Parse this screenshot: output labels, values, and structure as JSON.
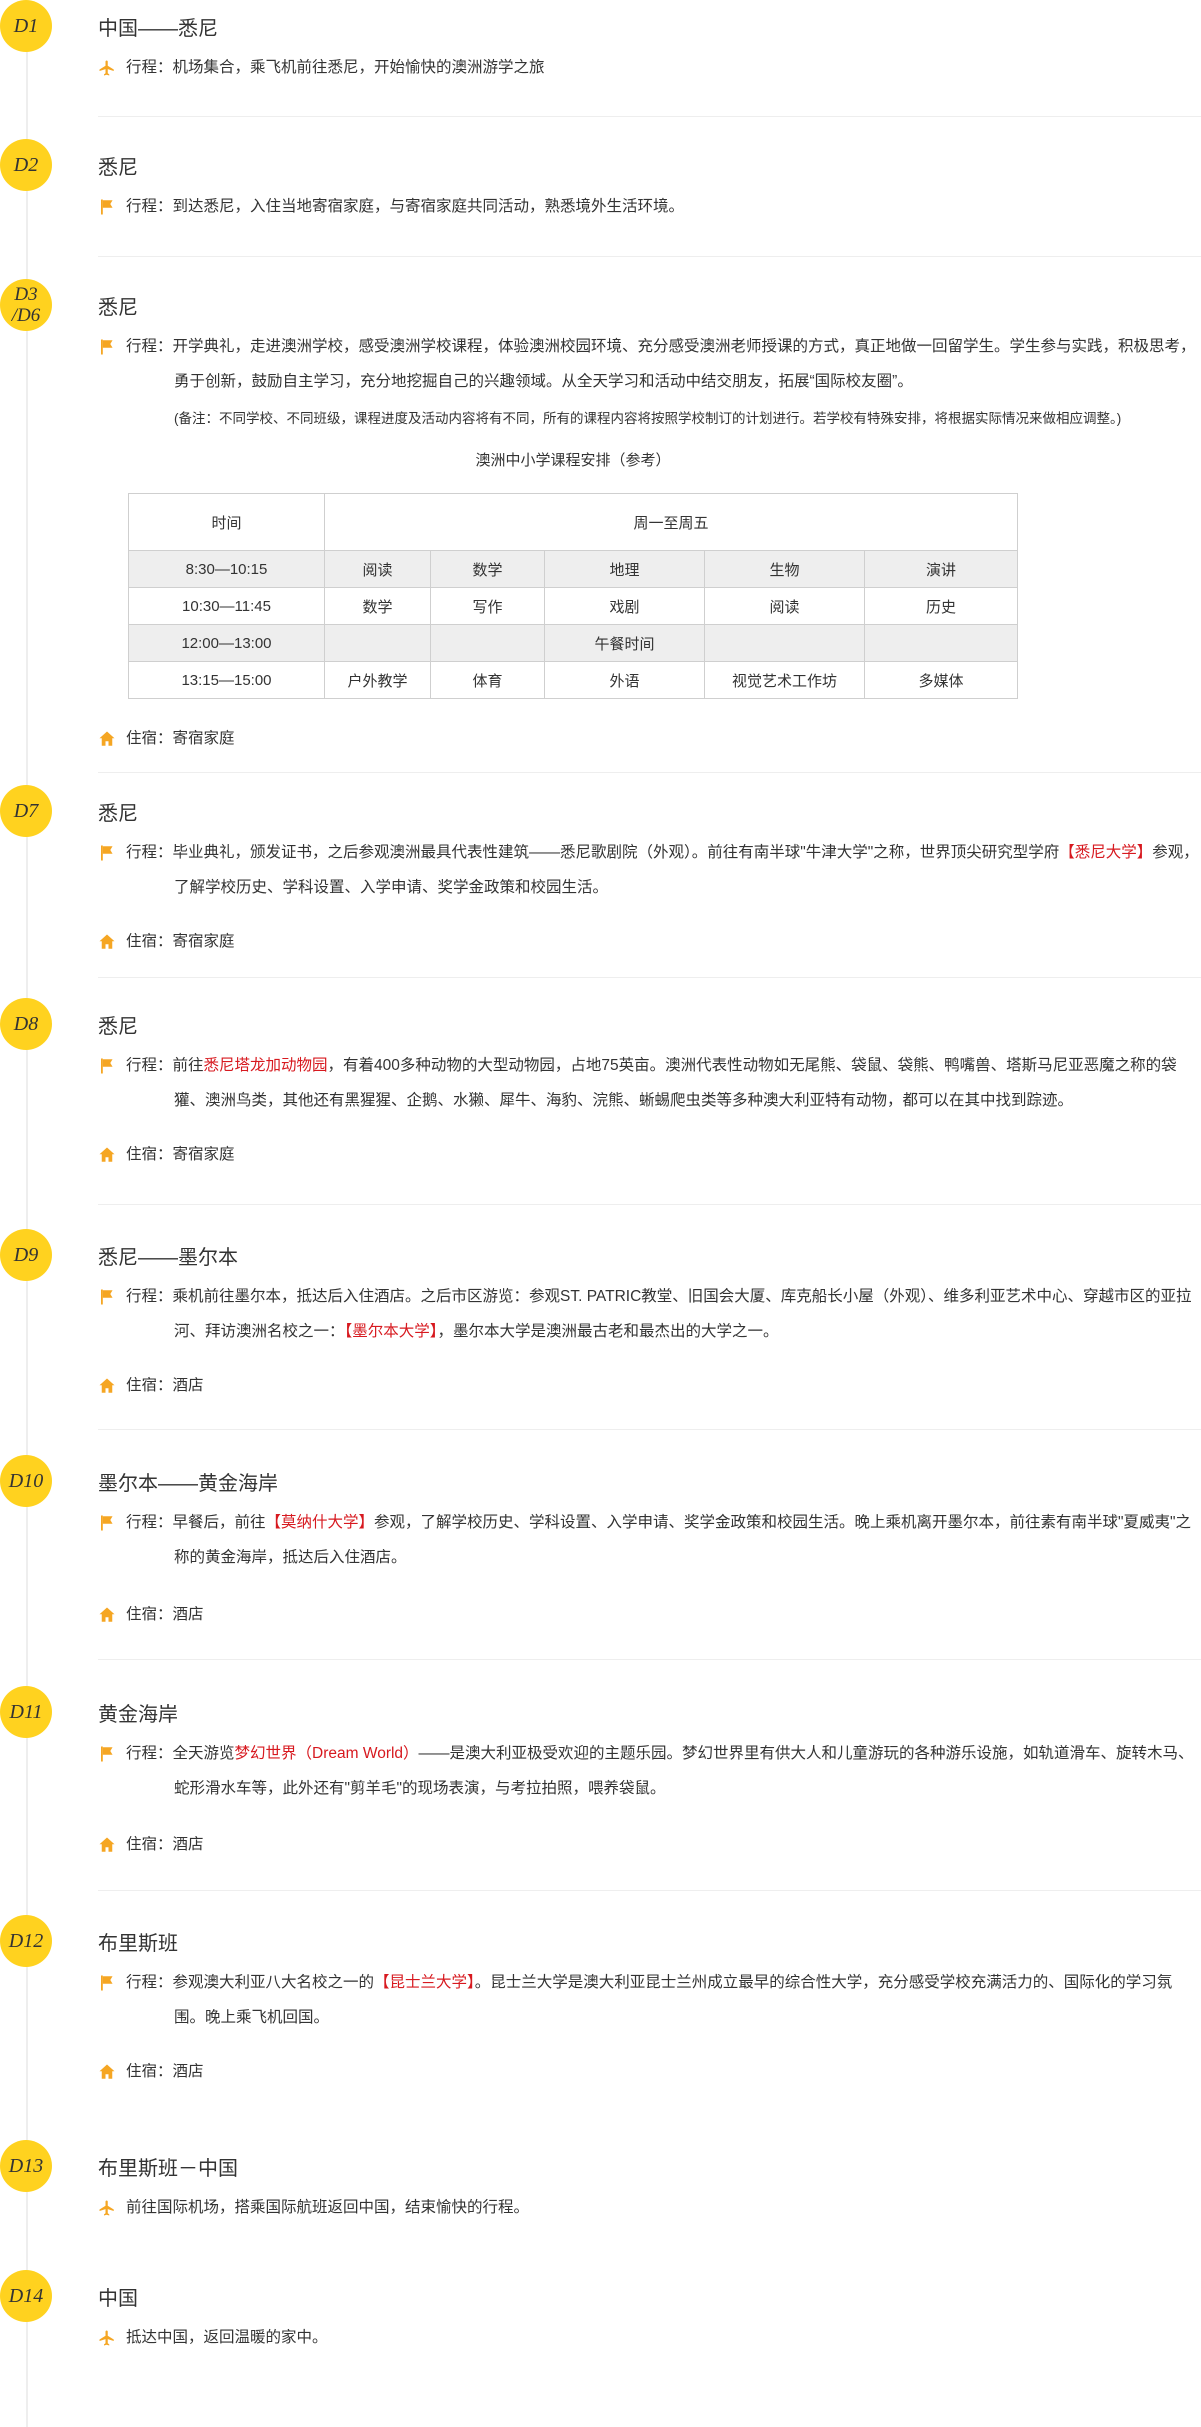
{
  "days": {
    "d1": {
      "badge": "D1",
      "title": "中国——悉尼",
      "row1": {
        "label": "行程：",
        "text": "机场集合，乘飞机前往悉尼，开始愉快的澳洲游学之旅"
      }
    },
    "d2": {
      "badge": "D2",
      "title": "悉尼",
      "row1": {
        "label": "行程：",
        "text": "到达悉尼，入住当地寄宿家庭，与寄宿家庭共同活动，熟悉境外生活环境。"
      }
    },
    "d3": {
      "badge_line1": "D3",
      "badge_line2": "/D6",
      "title": "悉尼",
      "row1": {
        "label": "行程：",
        "text": "开学典礼，走进澳洲学校，感受澳洲学校课程，体验澳洲校园环境、充分感受澳洲老师授课的方式，真正地做一回留学生。学生参与实践，积极思考，勇于创新，鼓励自主学习，充分地挖掘自己的兴趣领域。从全天学习和活动中结交朋友，拓展“国际校友圈”。"
      },
      "note": "(备注：不同学校、不同班级，课程进度及活动内容将有不同，所有的课程内容将按照学校制订的计划进行。若学校有特殊安排，将根据实际情况来做相应调整。)",
      "table_title": "澳洲中小学课程安排（参考）",
      "table": {
        "col_time": "时间",
        "col_days": "周一至周五",
        "rows": [
          {
            "time": "8:30—10:15",
            "cells": [
              "阅读",
              "数学",
              "地理",
              "生物",
              "演讲"
            ]
          },
          {
            "time": "10:30—11:45",
            "cells": [
              "数学",
              "写作",
              "戏剧",
              "阅读",
              "历史"
            ]
          },
          {
            "time": "12:00—13:00",
            "cells": [
              "",
              "",
              "午餐时间",
              "",
              ""
            ]
          },
          {
            "time": "13:15—15:00",
            "cells": [
              "户外教学",
              "体育",
              "外语",
              "视觉艺术工作坊",
              "多媒体"
            ]
          }
        ]
      },
      "stay": "住宿：寄宿家庭"
    },
    "d7": {
      "badge": "D7",
      "title": "悉尼",
      "row1": {
        "label": "行程：",
        "text_before": "毕业典礼，颁发证书，之后参观澳洲最具代表性建筑——悉尼歌剧院（外观）。前往有南半球\"牛津大学\"之称，世界顶尖研究型学府",
        "highlight": "【悉尼大学】",
        "text_after": "参观，了解学校历史、学科设置、入学申请、奖学金政策和校园生活。"
      },
      "stay": "住宿：寄宿家庭"
    },
    "d8": {
      "badge": "D8",
      "title": "悉尼",
      "row1": {
        "label": "行程：",
        "text_before": "前往",
        "highlight": "悉尼塔龙加动物园",
        "text_after": "，有着400多种动物的大型动物园，占地75英亩。澳洲代表性动物如无尾熊、袋鼠、袋熊、鸭嘴兽、塔斯马尼亚恶魔之称的袋獾、澳洲鸟类，其他还有黑猩猩、企鹅、水獭、犀牛、海豹、浣熊、蜥蜴爬虫类等多种澳大利亚特有动物，都可以在其中找到踪迹。"
      },
      "stay": "住宿：寄宿家庭"
    },
    "d9": {
      "badge": "D9",
      "title": "悉尼——墨尔本",
      "row1": {
        "label": "行程：",
        "text_before": "乘机前往墨尔本，抵达后入住酒店。之后市区游览：参观ST. PATRIC教堂、旧国会大厦、库克船长小屋（外观）、维多利亚艺术中心、穿越市区的亚拉河、拜访澳洲名校之一：",
        "highlight": "【墨尔本大学】",
        "text_after": "，墨尔本大学是澳洲最古老和最杰出的大学之一。"
      },
      "stay": "住宿：酒店"
    },
    "d10": {
      "badge": "D10",
      "title": "墨尔本——黄金海岸",
      "row1": {
        "label": "行程：",
        "text_before": "早餐后，前往",
        "highlight": "【莫纳什大学】",
        "text_after": "参观，了解学校历史、学科设置、入学申请、奖学金政策和校园生活。晚上乘机离开墨尔本，前往素有南半球\"夏威夷\"之称的黄金海岸，抵达后入住酒店。"
      },
      "stay": "住宿：酒店"
    },
    "d11": {
      "badge": "D11",
      "title": "黄金海岸",
      "row1": {
        "label": "行程：",
        "text_before": "全天游览",
        "highlight": "梦幻世界（Dream World）",
        "text_after": "——是澳大利亚极受欢迎的主题乐园。梦幻世界里有供大人和儿童游玩的各种游乐设施，如轨道滑车、旋转木马、蛇形滑水车等，此外还有\"剪羊毛\"的现场表演，与考拉拍照，喂养袋鼠。"
      },
      "stay": "住宿：酒店"
    },
    "d12": {
      "badge": "D12",
      "title": "布里斯班",
      "row1": {
        "label": "行程：",
        "text_before": "参观澳大利亚八大名校之一的",
        "highlight": "【昆士兰大学】",
        "text_after": "。昆士兰大学是澳大利亚昆士兰州成立最早的综合性大学，充分感受学校充满活力的、国际化的学习氛围。晚上乘飞机回国。"
      },
      "stay": "住宿：酒店"
    },
    "d13": {
      "badge": "D13",
      "title": "布里斯班－中国",
      "row1": {
        "text": "前往国际机场，搭乘国际航班返回中国，结束愉快的行程。"
      }
    },
    "d14": {
      "badge": "D14",
      "title": "中国",
      "row1": {
        "text": "抵达中国，返回温暖的家中。"
      }
    }
  },
  "icons": {
    "plane": "plane-icon",
    "flag": "flag-icon",
    "house": "house-icon"
  },
  "colors": {
    "badge": "#ffd21f",
    "icon": "#f5a623",
    "highlight": "#d7191f",
    "text": "#333333",
    "divider": "#eeeeee"
  }
}
